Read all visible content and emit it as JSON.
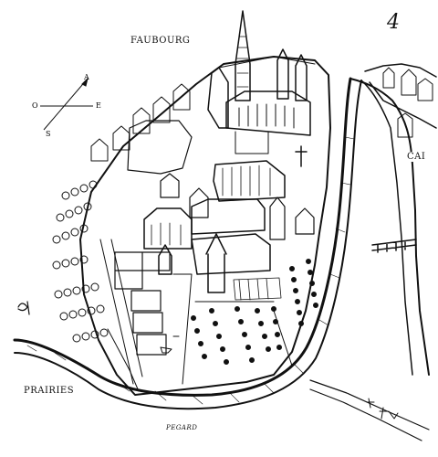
{
  "labels": {
    "faubourg": "FAUBOURG",
    "prairies": "PRAIRIES",
    "pegard": "PEGARD",
    "cai": "CAI",
    "plate_number": "4"
  },
  "compass": {
    "a": "A",
    "o": "O",
    "e": "E",
    "s": "S"
  },
  "colors": {
    "ink": "#111111",
    "paper": "#ffffff"
  }
}
